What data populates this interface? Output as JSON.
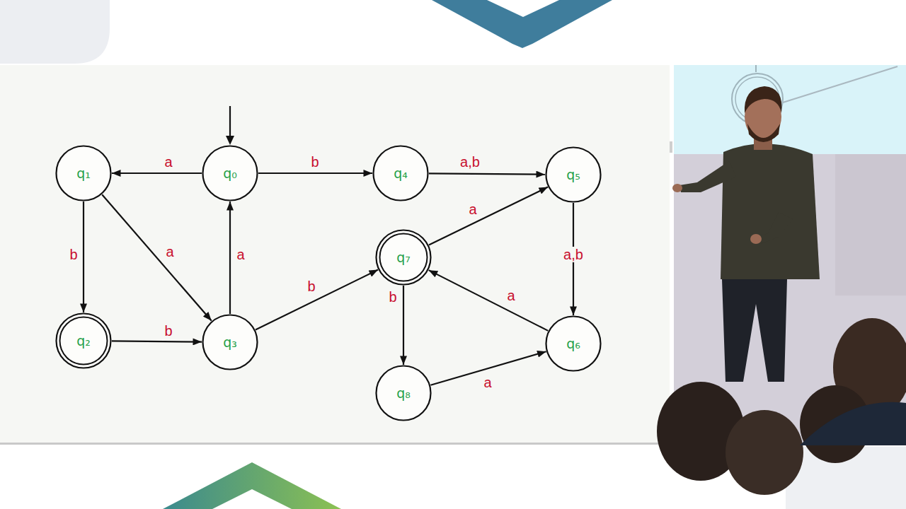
{
  "diagram": {
    "nodes": [
      {
        "text": [
          "q₁"
        ]
      },
      {
        "text": [
          "q₀"
        ]
      },
      {
        "text": [
          "q₄"
        ]
      },
      {
        "text": [
          "q₅"
        ]
      },
      {
        "text": [
          "q₇"
        ]
      },
      {
        "text": [
          "q₂"
        ]
      },
      {
        "text": [
          "q₃"
        ]
      },
      {
        "text": [
          "q₆"
        ]
      },
      {
        "text": [
          "q₈"
        ]
      }
    ],
    "edges": [
      {
        "from": 1,
        "to": 0,
        "label": "a",
        "arrow": "to"
      },
      {
        "from": 1,
        "to": 2,
        "label": "b",
        "arrow": "to"
      },
      {
        "from": 2,
        "to": 3,
        "label": "a,b",
        "arrow": "to"
      },
      {
        "from": 0,
        "to": 5,
        "label": "b",
        "arrow": "to"
      },
      {
        "from": 0,
        "to": 6,
        "label": "a",
        "arrow": "to"
      },
      {
        "from": 6,
        "to": 1,
        "label": "a",
        "arrow": "to"
      },
      {
        "from": 5,
        "to": 6,
        "label": "b",
        "arrow": "to"
      },
      {
        "from": 6,
        "to": 4,
        "label": "b",
        "arrow": "to"
      },
      {
        "from": 4,
        "to": 3,
        "label": "a",
        "arrow": "to"
      },
      {
        "from": 3,
        "to": 7,
        "label": "a,b",
        "arrow": "to"
      },
      {
        "from": 7,
        "to": 4,
        "label": "a",
        "arrow": "to"
      },
      {
        "from": 4,
        "to": 8,
        "label": "b",
        "arrow": "to"
      },
      {
        "from": 8,
        "to": 7,
        "label": "a",
        "arrow": "to"
      }
    ]
  }
}
